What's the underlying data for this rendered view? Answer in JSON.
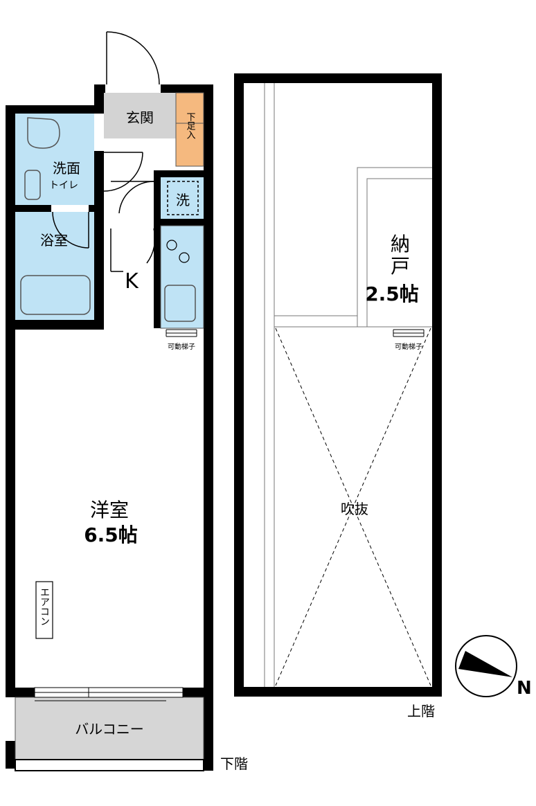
{
  "lower_floor": {
    "caption": "下階",
    "rooms": {
      "genkan": "玄関",
      "shoe_box": "下足入",
      "washroom": "洗面",
      "toilet": "トイレ",
      "bathroom": "浴室",
      "washer": "洗",
      "kitchen": "K",
      "ladder": "可動梯子",
      "western_room": "洋室",
      "western_size": "6.5帖",
      "aircon": "エアコン",
      "balcony": "バルコニー"
    }
  },
  "upper_floor": {
    "caption": "上階",
    "rooms": {
      "storage": "納",
      "storage_2": "戸",
      "storage_size": "2.5帖",
      "ladder": "可動梯子",
      "void": "吹抜"
    }
  },
  "compass": {
    "label": "N"
  },
  "colors": {
    "wet_area": "#bfe3f5",
    "entry": "#d3d3d3",
    "shoe_box": "#f5b97f",
    "balcony": "#d6d6d6",
    "wall": "#000000"
  }
}
